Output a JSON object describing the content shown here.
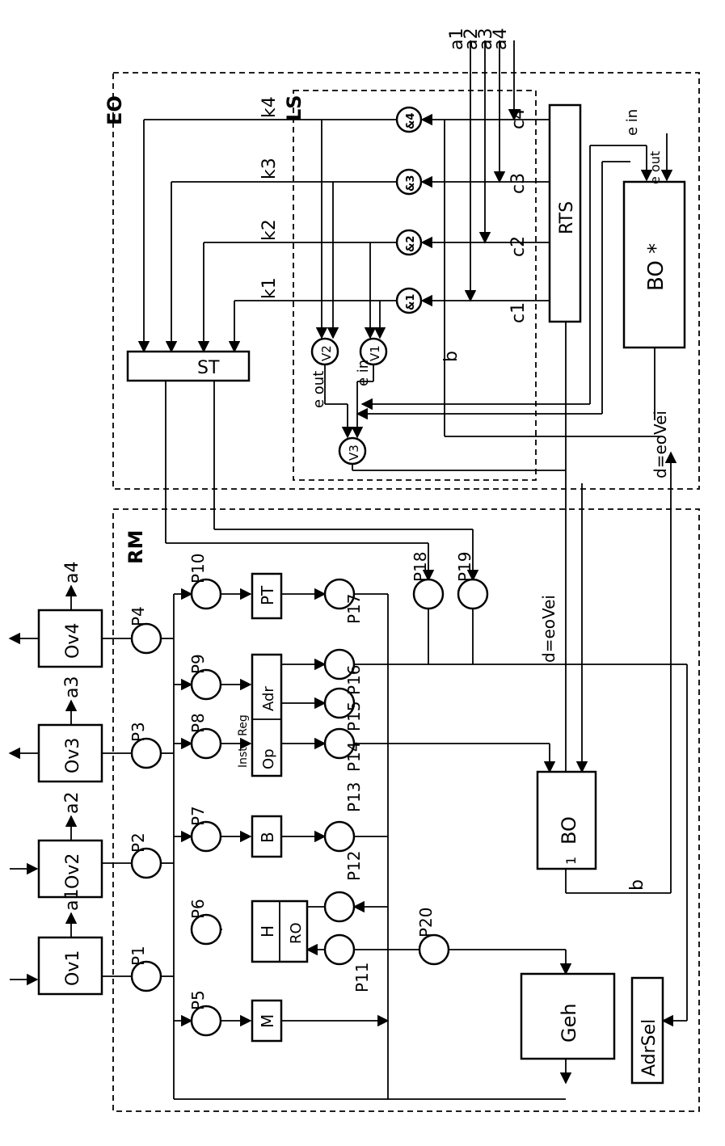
{
  "diagram": {
    "sections": {
      "eo": "EO",
      "ls": "LS",
      "rm": "RM"
    },
    "inputs": [
      "a1",
      "a2",
      "a3",
      "a4"
    ],
    "outputs": [
      {
        "box": "Ov1",
        "a": "a1"
      },
      {
        "box": "Ov2",
        "a": "a2"
      },
      {
        "box": "Ov3",
        "a": "a3"
      },
      {
        "box": "Ov4",
        "a": "a4"
      }
    ],
    "and_gates": [
      "&1",
      "&2",
      "&3",
      "&4"
    ],
    "or_gates": [
      "V1",
      "V2",
      "V3"
    ],
    "k_labels": [
      "k1",
      "k2",
      "k3",
      "k4"
    ],
    "c_labels": [
      "c1",
      "c2",
      "c3",
      "c4"
    ],
    "eo_blocks": {
      "st": "ST",
      "rts": "RTS",
      "bo_star": "BO *"
    },
    "signals": {
      "e_in": "e in",
      "e_out": "e out",
      "b": "b",
      "d_eq": "d=eoVei",
      "d_eq_lower": "d=eoVei"
    },
    "rm_blocks": {
      "m": "M",
      "h": "H",
      "ro": "RO",
      "b": "B",
      "op": "Op",
      "adr": "Adr",
      "pt": "PT",
      "instr_reg": "Instr. Reg",
      "bo": "BO",
      "bo_port": "1",
      "geh": "Geh",
      "adrsel": "AdrSel"
    },
    "ports": [
      "P1",
      "P2",
      "P3",
      "P4",
      "P5",
      "P6",
      "P7",
      "P8",
      "P9",
      "P10",
      "P11",
      "P12",
      "P13",
      "P14",
      "P15",
      "P16",
      "P17",
      "P18",
      "P19",
      "P20"
    ]
  }
}
